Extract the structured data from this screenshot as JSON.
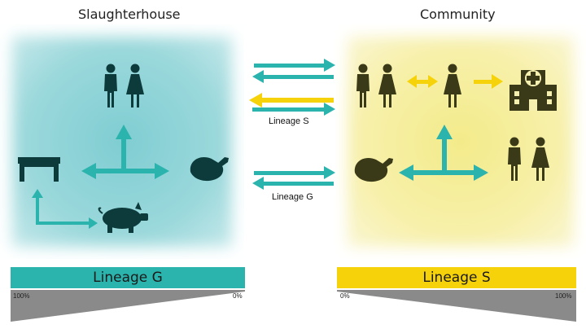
{
  "titles": {
    "left": "Slaughterhouse",
    "right": "Community"
  },
  "transmission_labels": {
    "upper": "Lineage S",
    "lower": "Lineage G"
  },
  "bars": {
    "left": {
      "label": "Lineage G",
      "start_pct": "100%",
      "end_pct": "0%"
    },
    "right": {
      "label": "Lineage S",
      "start_pct": "0%",
      "end_pct": "100%"
    }
  },
  "colors": {
    "teal": "#2bb3ad",
    "yellow": "#f6d20a",
    "slaughterhouse_icon": "#0d3b3b",
    "community_icon": "#3b3a18",
    "gradient_grey": "#8a8a8a"
  },
  "icons": {
    "slaughterhouse": [
      "people-icon",
      "table-icon",
      "ham-icon",
      "pig-icon"
    ],
    "community": [
      "people-icon",
      "woman-icon",
      "hospital-icon",
      "ham-icon",
      "people-icon"
    ]
  }
}
